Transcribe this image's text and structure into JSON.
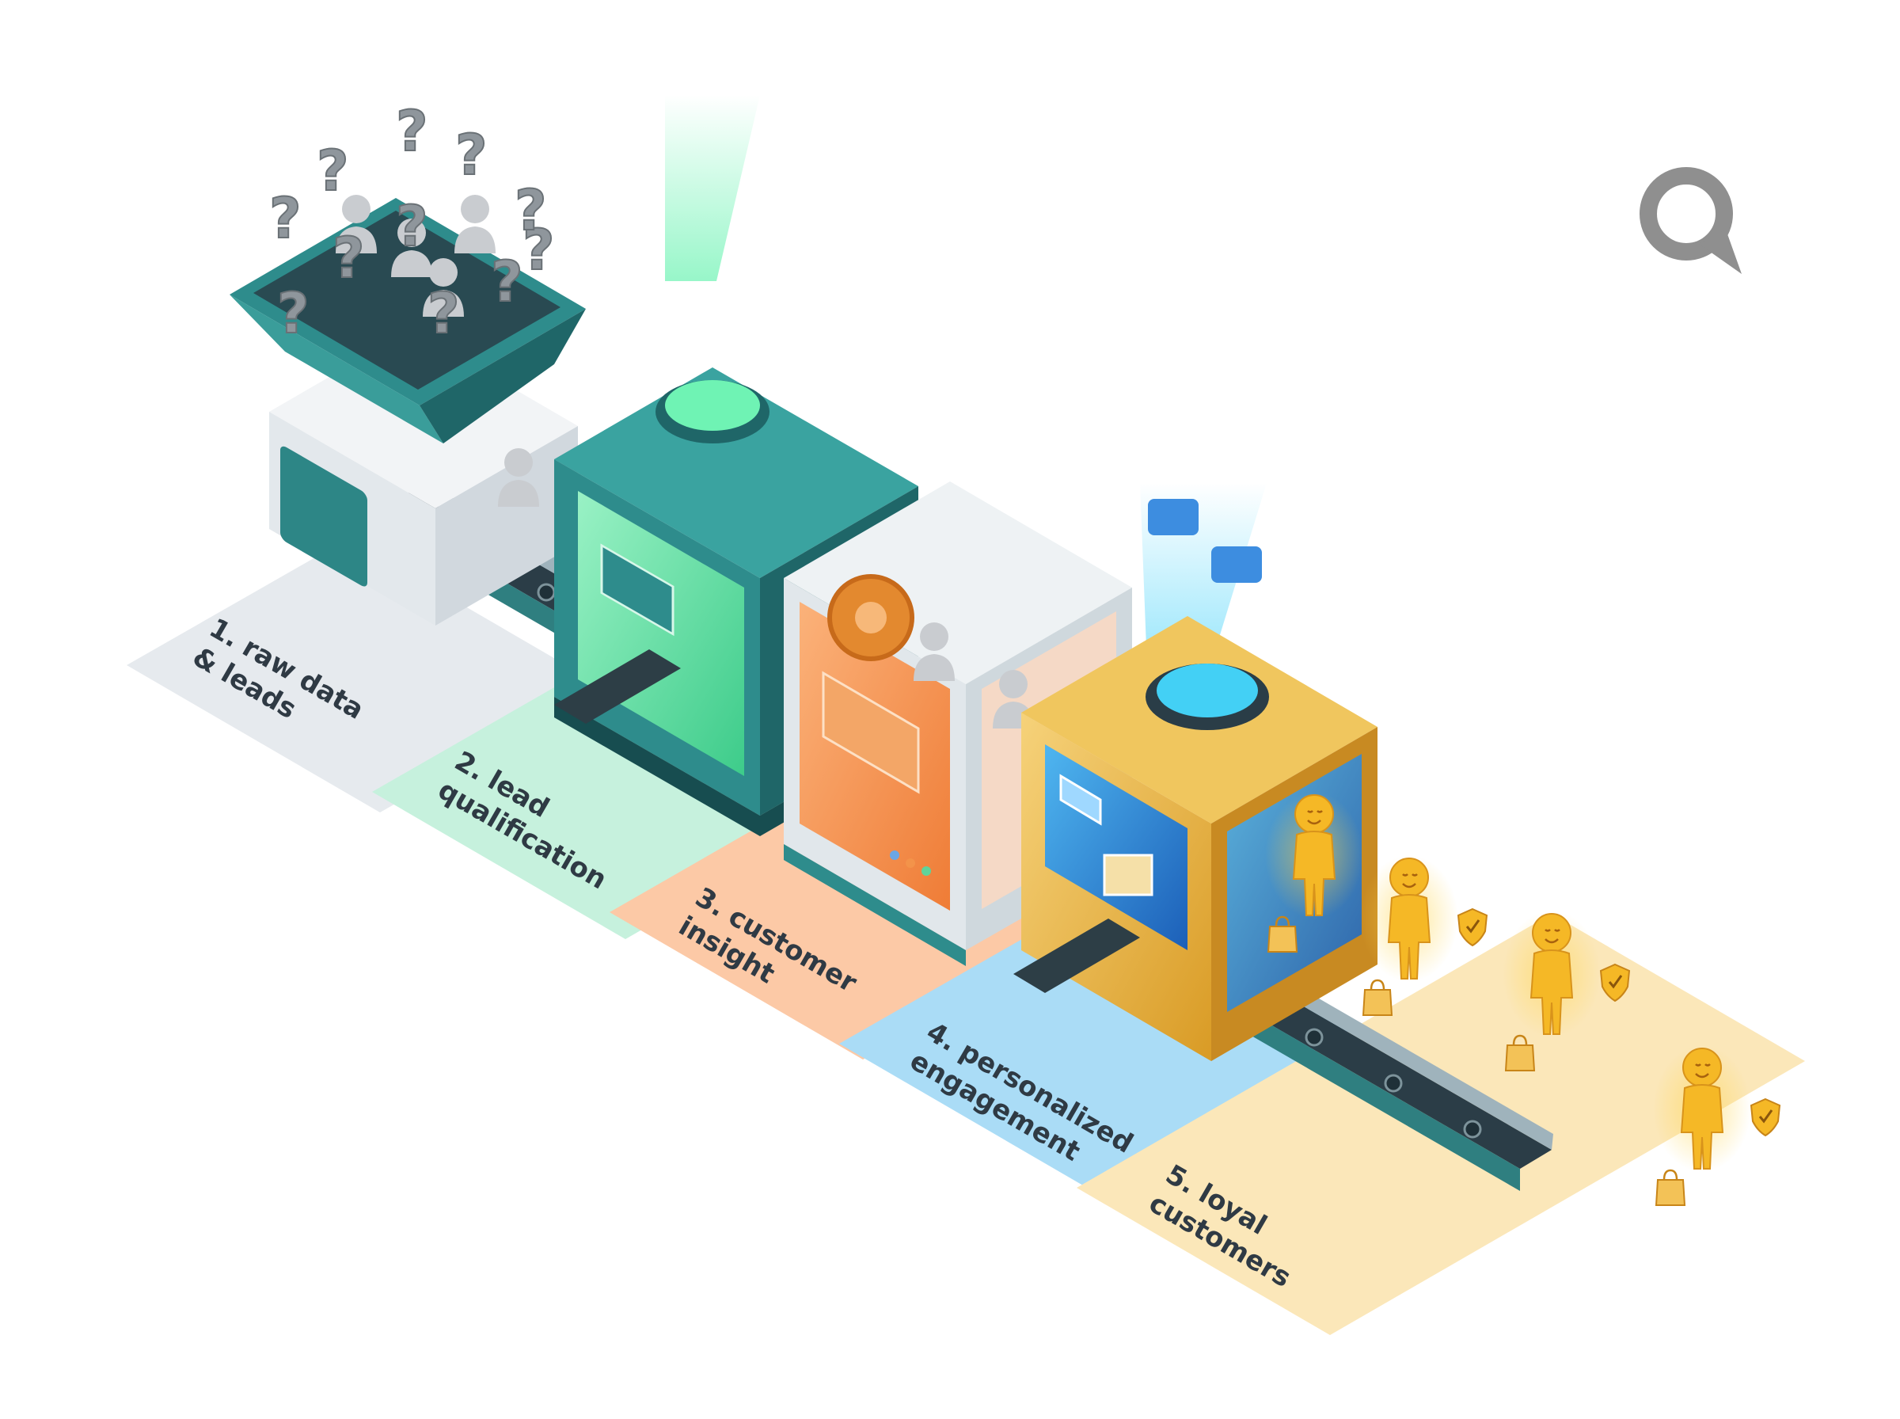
{
  "stages": [
    {
      "number": "1.",
      "line1": "1. raw data",
      "line2": "& leads",
      "color": "#e6eaee"
    },
    {
      "number": "2.",
      "line1": "2. lead",
      "line2": "qualification",
      "color": "#bdf0d9"
    },
    {
      "number": "3.",
      "line1": "3. customer",
      "line2": "insight",
      "color": "#fcc7a2"
    },
    {
      "number": "4.",
      "line1": "4. personalized",
      "line2": "engagement",
      "color": "#a9dcf7"
    },
    {
      "number": "5.",
      "line1": "5. loyal",
      "line2": "customers",
      "color": "#fbe6b6"
    }
  ],
  "icons": {
    "brand": "magnifier-logo-icon",
    "hopper": "question-marks-hopper",
    "machine2": "lead-scanner-machine",
    "machine3": "insight-gear-machine",
    "machine4": "engagement-gift-machine",
    "people": "customer-figure-icon"
  },
  "colors": {
    "teal": "#2e8c8c",
    "teal_dark": "#1f6668",
    "green_glow": "#5ff0a8",
    "orange": "#f3934a",
    "gold": "#e9b43c",
    "blue_glow": "#43d0f5",
    "belt": "#2b3d47"
  }
}
